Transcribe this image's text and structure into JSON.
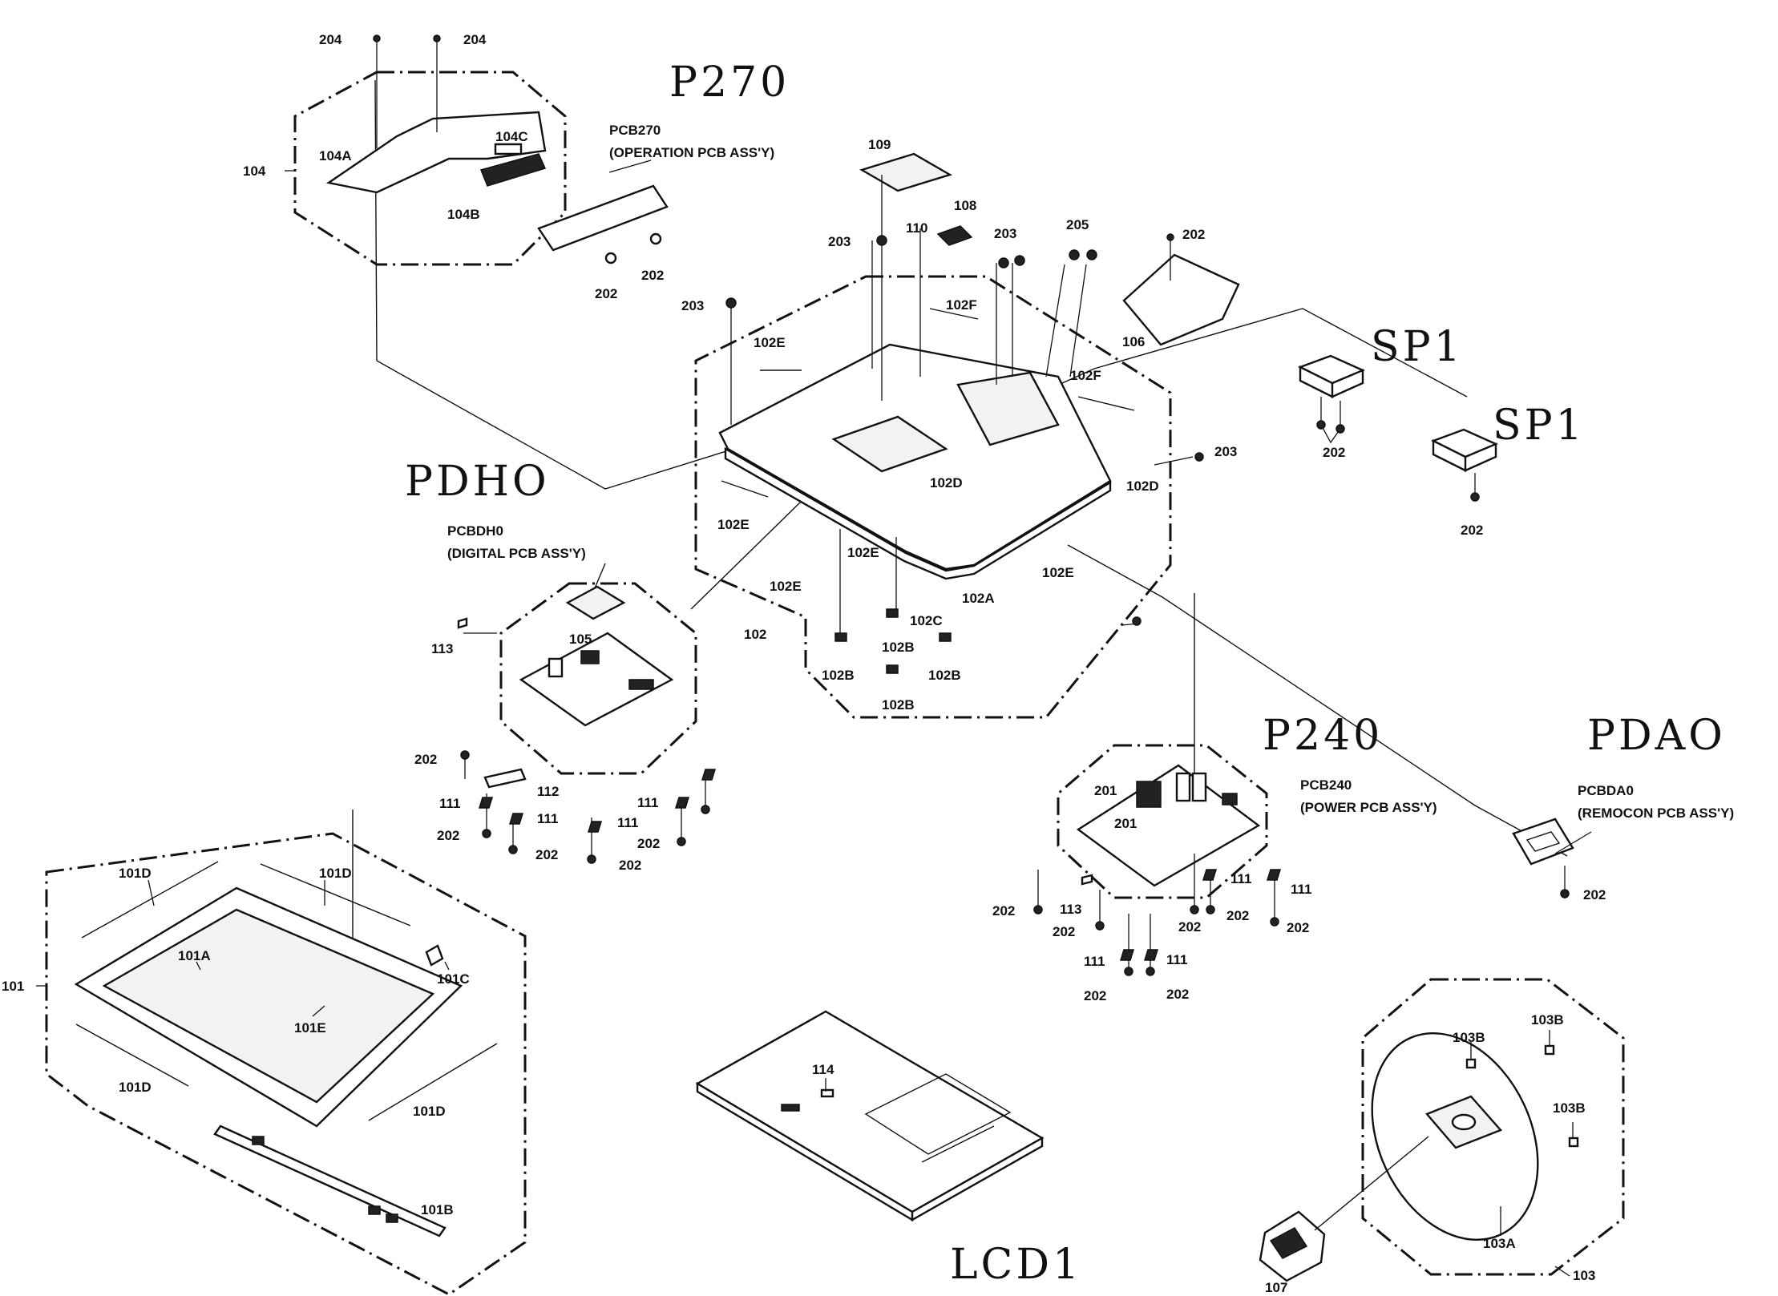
{
  "groups": {
    "p270": "P270",
    "pdh0": "PDHO",
    "p240": "P240",
    "pda0": "PDAO",
    "sp1_a": "SP1",
    "sp1_b": "SP1",
    "lcd1": "LCD1"
  },
  "assemblies": {
    "pcb270_code": "PCB270",
    "pcb270_name": "(OPERATION PCB ASS'Y)",
    "pcbdh0_code": "PCBDH0",
    "pcbdh0_name": "(DIGITAL PCB ASS'Y)",
    "pcb240_code": "PCB240",
    "pcb240_name": "(POWER PCB ASS'Y)",
    "pcbda0_code": "PCBDA0",
    "pcbda0_name": "(REMOCON PCB ASS'Y)"
  },
  "callouts": {
    "c204a": "204",
    "c204b": "204",
    "c104": "104",
    "c104a": "104A",
    "c104b": "104B",
    "c104c": "104C",
    "c202_p270a": "202",
    "c202_p270b": "202",
    "c109": "109",
    "c108": "108",
    "c110": "110",
    "c203a": "203",
    "c203b": "203",
    "c203c": "203",
    "c203d": "203",
    "c205": "205",
    "c202_106": "202",
    "c106": "106",
    "c102fa": "102F",
    "c102fb": "102F",
    "c102ea": "102E",
    "c102eb": "102E",
    "c102ec": "102E",
    "c102ed": "102E",
    "c102ee": "102E",
    "c102da": "102D",
    "c102db": "102D",
    "c102a": "102A",
    "c102c": "102C",
    "c102": "102",
    "c102ba": "102B",
    "c102bb": "102B",
    "c102bc": "102B",
    "c102bd": "102B",
    "c202_sp_a": "202",
    "c202_sp_b": "202",
    "c113a": "113",
    "c105": "105",
    "c202_dh_a": "202",
    "c111a": "111",
    "c112": "112",
    "c111b": "111",
    "c202_dh_b": "202",
    "c202_dh_c": "202",
    "c111c": "111",
    "c111d": "111",
    "c202_dh_d": "202",
    "c202_dh_e": "202",
    "c201a": "201",
    "c201b": "201",
    "c113b": "113",
    "c202_pw_a": "202",
    "c202_pw_b": "202",
    "c111e": "111",
    "c111f": "111",
    "c202_pw_c": "202",
    "c202_pw_d": "202",
    "c202_pw_e": "202",
    "c111g": "111",
    "c111h": "111",
    "c202_pw_f": "202",
    "c202_pw_g": "202",
    "c202_da": "202",
    "c101": "101",
    "c101da": "101D",
    "c101db": "101D",
    "c101dc": "101D",
    "c101dd": "101D",
    "c101a": "101A",
    "c101c": "101C",
    "c101e": "101E",
    "c101b": "101B",
    "c114": "114",
    "c103b_a": "103B",
    "c103b_b": "103B",
    "c103b_c": "103B",
    "c103a": "103A",
    "c103": "103",
    "c107": "107"
  }
}
